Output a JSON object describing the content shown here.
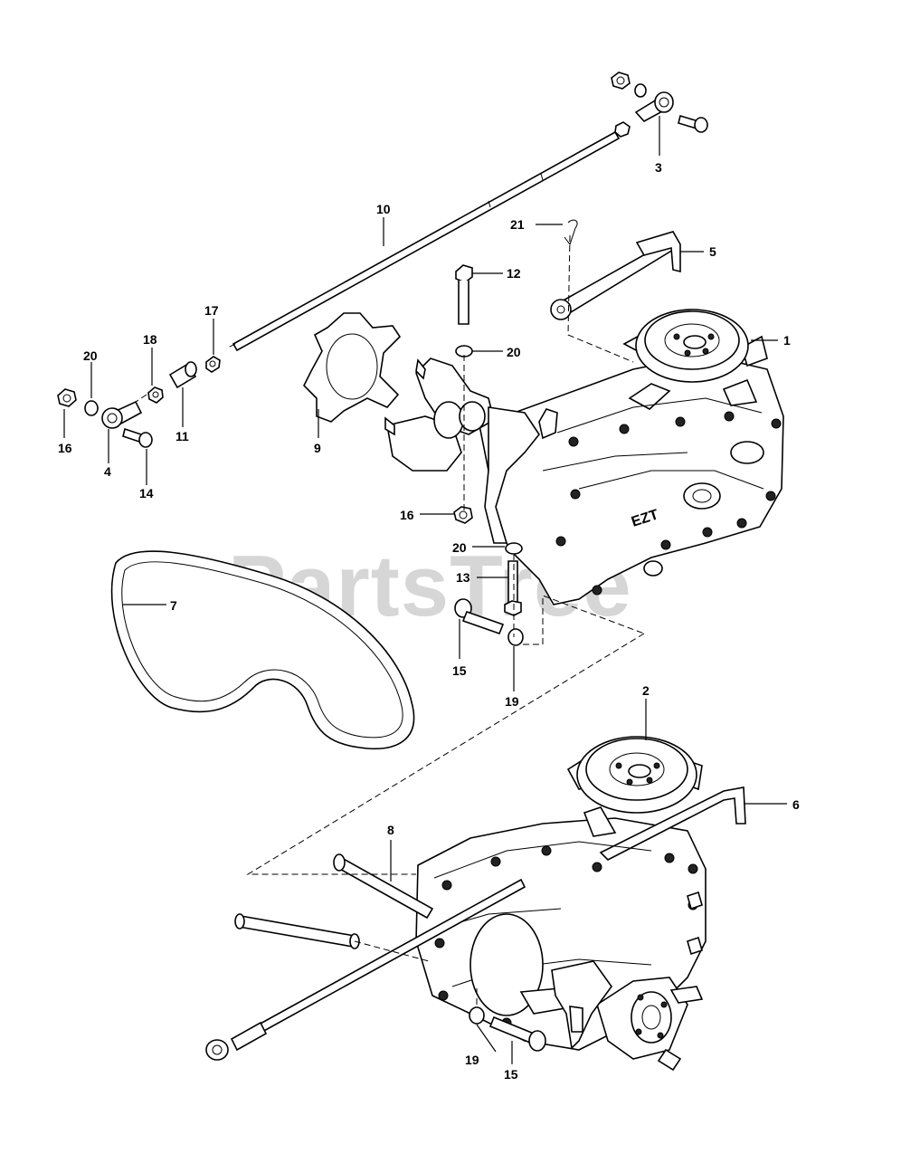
{
  "watermark": "PartsTree",
  "callouts": {
    "c1": "1",
    "c2": "2",
    "c3": "3",
    "c4": "4",
    "c5": "5",
    "c6": "6",
    "c7": "7",
    "c8": "8",
    "c9": "9",
    "c10": "10",
    "c11": "11",
    "c12": "12",
    "c13": "13",
    "c14": "14",
    "c15a": "15",
    "c15b": "15",
    "c16a": "16",
    "c16b": "16",
    "c17": "17",
    "c18": "18",
    "c19a": "19",
    "c19b": "19",
    "c20a": "20",
    "c20b": "20",
    "c20c": "20",
    "c21": "21"
  },
  "transaxle_marking": "EZT"
}
